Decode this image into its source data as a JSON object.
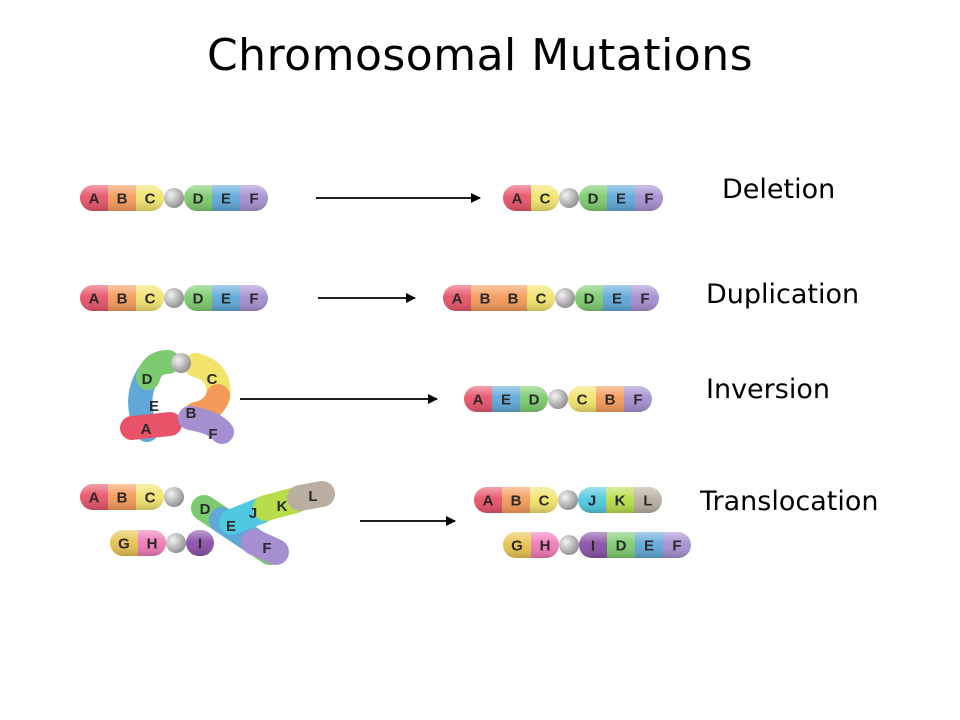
{
  "title": "Chromosomal Mutations",
  "colors": {
    "A": "#e8536a",
    "B": "#f59a5a",
    "C": "#f2e36b",
    "D": "#7ccb6e",
    "E": "#5fa8d8",
    "F": "#a58fd0",
    "G": "#e8c24f",
    "H": "#f07ab8",
    "I": "#8b4fa8",
    "J": "#4fc9e0",
    "K": "#b8dd4a",
    "L": "#b9aea0",
    "centromere": "#b8b8b8",
    "arrow": "#000000"
  },
  "rows": [
    {
      "label": "Deletion",
      "before": [
        [
          "A",
          "B",
          "C",
          "*",
          "D",
          "E",
          "F"
        ]
      ],
      "after": [
        [
          "A",
          "C",
          "*",
          "D",
          "E",
          "F"
        ]
      ]
    },
    {
      "label": "Duplication",
      "before": [
        [
          "A",
          "B",
          "C",
          "*",
          "D",
          "E",
          "F"
        ]
      ],
      "after": [
        [
          "A",
          "B",
          "B",
          "C",
          "*",
          "D",
          "E",
          "F"
        ]
      ]
    },
    {
      "label": "Inversion",
      "before_looped": [
        "D",
        "C",
        "E",
        "B",
        "A",
        "F"
      ],
      "after": [
        [
          "A",
          "E",
          "D",
          "*",
          "C",
          "B",
          "F"
        ]
      ]
    },
    {
      "label": "Translocation",
      "before": [
        [
          "A",
          "B",
          "C",
          "*"
        ],
        [
          "G",
          "H",
          "*",
          "I"
        ]
      ],
      "before_crossed": [
        "D",
        "E",
        "F",
        "J",
        "K",
        "L"
      ],
      "after": [
        [
          "A",
          "B",
          "C",
          "*",
          "J",
          "K",
          "L"
        ],
        [
          "G",
          "H",
          "*",
          "I",
          "D",
          "E",
          "F"
        ]
      ]
    }
  ]
}
